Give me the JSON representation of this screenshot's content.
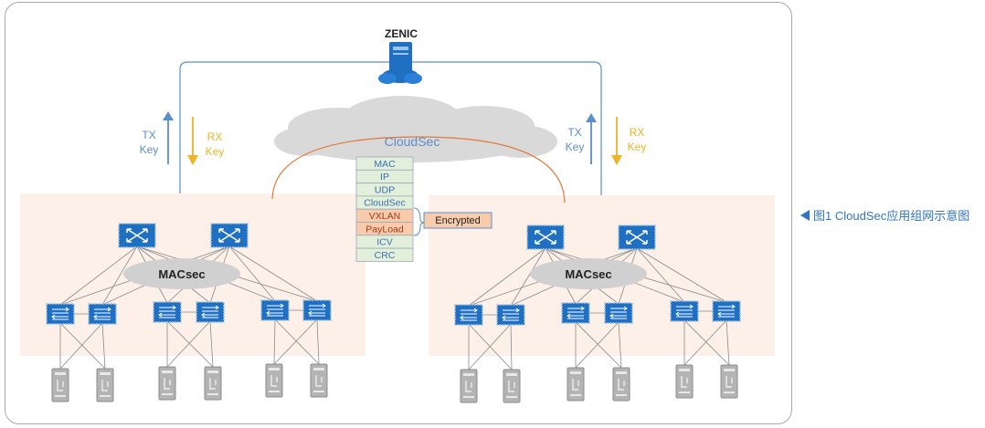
{
  "controller": {
    "name": "ZENIC",
    "icon": "server-icon"
  },
  "cloud": {
    "label": "CloudSec"
  },
  "left_site": {
    "tx_label": "TX",
    "tx_sub": "Key",
    "rx_label": "RX",
    "rx_sub": "Key",
    "fabric_label": "MACsec"
  },
  "right_site": {
    "tx_label": "TX",
    "tx_sub": "Key",
    "rx_label": "RX",
    "rx_sub": "Key",
    "fabric_label": "MACsec"
  },
  "packet": {
    "layers": [
      {
        "label": "MAC",
        "encrypted": false
      },
      {
        "label": "IP",
        "encrypted": false
      },
      {
        "label": "UDP",
        "encrypted": false
      },
      {
        "label": "CloudSec",
        "encrypted": false
      },
      {
        "label": "VXLAN",
        "encrypted": true
      },
      {
        "label": "PayLoad",
        "encrypted": true
      },
      {
        "label": "ICV",
        "encrypted": false
      },
      {
        "label": "CRC",
        "encrypted": false
      }
    ],
    "encrypted_label": "Encrypted"
  },
  "caption": {
    "text": "图1  CloudSec应用组网示意图"
  },
  "colors": {
    "blue": "#5a8fcb",
    "orange": "#f0b323",
    "site_bg": "#fdf0e8",
    "switch_blue": "#1f6fc2",
    "cloud_gray": "#d9d9d9",
    "header_green": "#e2efda",
    "enc_orange": "#f8cbad"
  }
}
